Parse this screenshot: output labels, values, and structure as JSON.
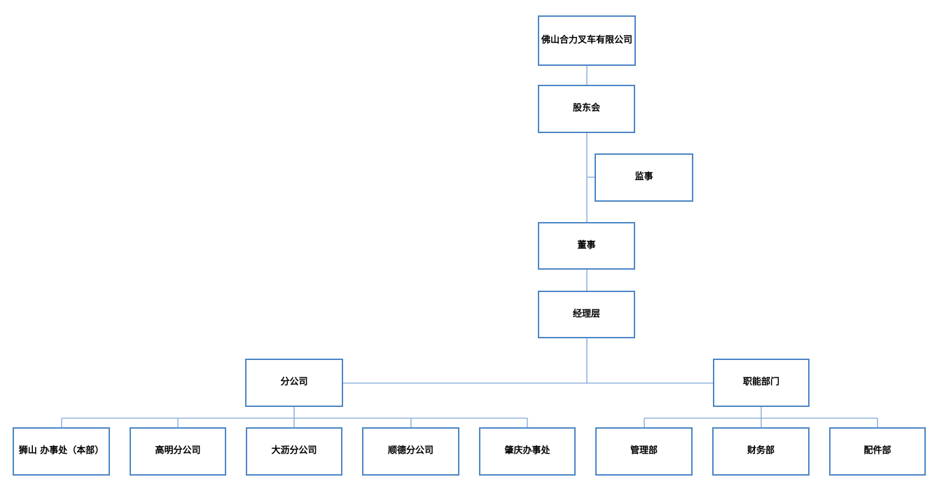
{
  "colors": {
    "box_border": "#4d86c6",
    "connector": "#95b6de",
    "box_fill": "#ffffff",
    "text": "#000000",
    "background": "#ffffff"
  },
  "chart": {
    "type": "org-chart",
    "nodes": [
      {
        "id": "company",
        "label": "佛山合力叉车有限公司"
      },
      {
        "id": "shareholders-meeting",
        "label": "股东会"
      },
      {
        "id": "supervisor",
        "label": "监事"
      },
      {
        "id": "director",
        "label": "董事"
      },
      {
        "id": "management-layer",
        "label": "经理层"
      },
      {
        "id": "branch-companies",
        "label": "分公司"
      },
      {
        "id": "functional-departments",
        "label": "职能部门"
      },
      {
        "id": "shishan-office-hq",
        "label": "狮山 办事处（本部）"
      },
      {
        "id": "gaoming-branch",
        "label": "高明分公司"
      },
      {
        "id": "dali-branch",
        "label": "大沥分公司"
      },
      {
        "id": "shunde-branch",
        "label": "顺德分公司"
      },
      {
        "id": "zhaoqing-office",
        "label": "肇庆办事处"
      },
      {
        "id": "management-dept",
        "label": "管理部"
      },
      {
        "id": "finance-dept",
        "label": "财务部"
      },
      {
        "id": "parts-dept",
        "label": "配件部"
      }
    ],
    "edges": [
      [
        "company",
        "shareholders-meeting"
      ],
      [
        "shareholders-meeting",
        "supervisor"
      ],
      [
        "shareholders-meeting",
        "director"
      ],
      [
        "director",
        "management-layer"
      ],
      [
        "management-layer",
        "branch-companies"
      ],
      [
        "management-layer",
        "functional-departments"
      ],
      [
        "branch-companies",
        "shishan-office-hq"
      ],
      [
        "branch-companies",
        "gaoming-branch"
      ],
      [
        "branch-companies",
        "dali-branch"
      ],
      [
        "branch-companies",
        "shunde-branch"
      ],
      [
        "branch-companies",
        "zhaoqing-office"
      ],
      [
        "functional-departments",
        "management-dept"
      ],
      [
        "functional-departments",
        "finance-dept"
      ],
      [
        "functional-departments",
        "parts-dept"
      ]
    ]
  }
}
